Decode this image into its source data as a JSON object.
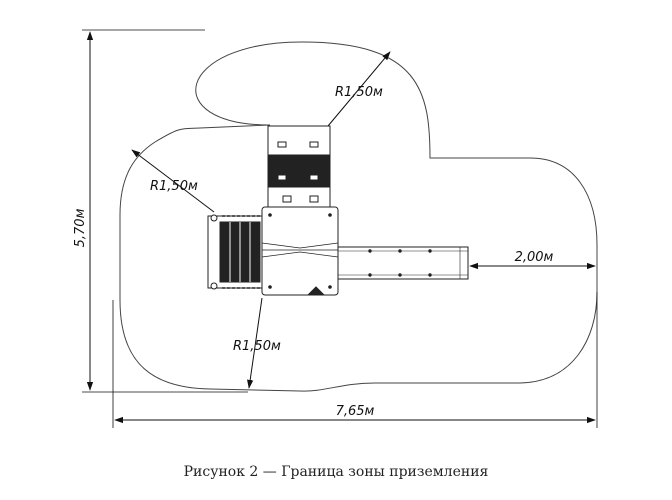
{
  "diagram": {
    "dimensions": {
      "height": "5,70м",
      "width": "7,65м",
      "distance": "2,00м",
      "radius_top": "R1,50м",
      "radius_left": "R1,50м",
      "radius_bottom": "R1,50м"
    },
    "caption": "Рисунок 2 — Граница зоны приземления"
  }
}
